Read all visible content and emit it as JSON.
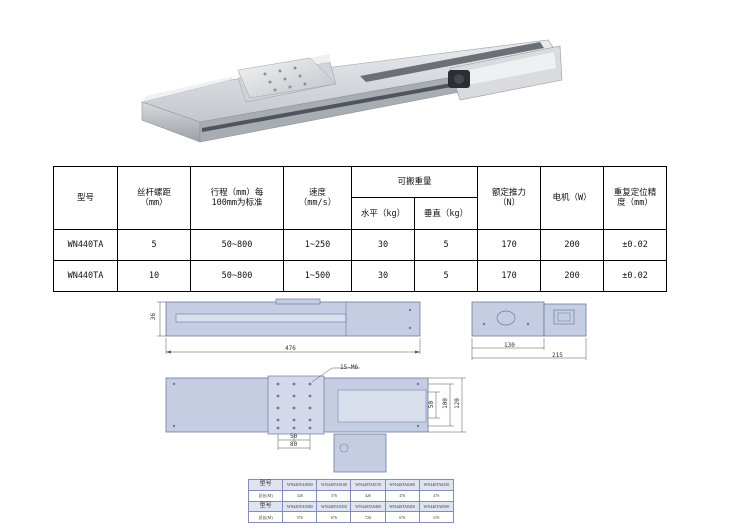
{
  "spec_table": {
    "headers": {
      "model": "型号",
      "screw_lead": "丝杆螺距\n（mm）",
      "stroke": "行程（mm）每\n100mm为标准",
      "speed": "速度\n（mm/s）",
      "payload": "可搬重量",
      "horizontal": "水平（kg）",
      "vertical": "垂直（kg）",
      "rated_thrust": "额定推力\n（N）",
      "motor": "电机（W）",
      "repeatability": "重复定位精\n度（mm）"
    },
    "rows": [
      {
        "model": "WN440TA",
        "screw_lead": "5",
        "stroke": "50~800",
        "speed": "1~250",
        "horizontal": "30",
        "vertical": "5",
        "rated_thrust": "170",
        "motor": "200",
        "repeatability": "±0.02"
      },
      {
        "model": "WN440TA",
        "screw_lead": "10",
        "stroke": "50~800",
        "speed": "1~500",
        "horizontal": "30",
        "vertical": "5",
        "rated_thrust": "170",
        "motor": "200",
        "repeatability": "±0.02"
      }
    ]
  },
  "drawing": {
    "height_dim": "36",
    "length_dim": "476",
    "end_width_dim": "130",
    "end_length_dim": "215",
    "hole_note": "15-M6",
    "pitch_50": "50",
    "pitch_80": "80",
    "width_50": "50",
    "width_100": "100",
    "width_120": "120"
  },
  "mini_table": {
    "row1": [
      "型号",
      "WN440TA0050",
      "WN440TA0100",
      "WN440TA0150",
      "WN440TA0200",
      "WN440TA0250"
    ],
    "row2": [
      "总长(M)",
      "326",
      "376",
      "426",
      "476",
      "476"
    ],
    "row3": [
      "型号",
      "WN440TA0300",
      "WN440TA0350",
      "WN440TA0400",
      "WN440TA0450",
      "WN440TA0500"
    ],
    "row4": [
      "总长(M)",
      "576",
      "676",
      "726",
      "676",
      "676"
    ]
  },
  "colors": {
    "drawing_fill": "#c5cde2",
    "drawing_line": "#6a7aa5",
    "dim_line": "#555555"
  }
}
